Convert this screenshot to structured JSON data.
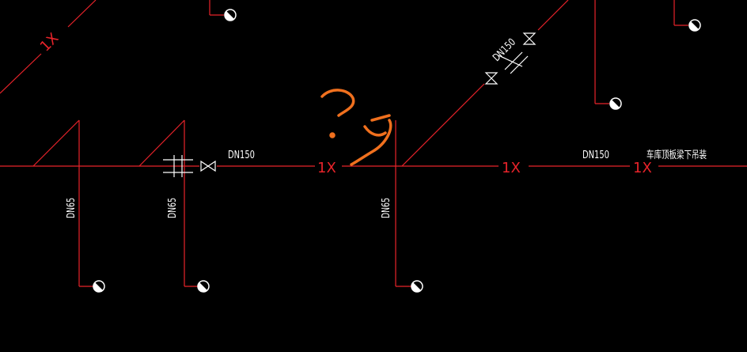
{
  "colors": {
    "background": "#000000",
    "pipe": "#e8232a",
    "label": "#ffffff",
    "annotation": "#f0701e",
    "valve": "#ffffff"
  },
  "labels": {
    "main_size_1": "DN150",
    "main_size_2": "DN150",
    "diag_size": "DN150",
    "branch_1": "DN65",
    "branch_2": "DN65",
    "branch_3": "DN65",
    "install_note": "车库顶板梁下吊装",
    "pipe_code_1": "1X",
    "pipe_code_2": "1X",
    "pipe_code_3": "1X",
    "pipe_code_4": "1X"
  },
  "annotation": {
    "handwritten": "?y"
  },
  "icons": {
    "sprinkler": "sprinkler-head-icon",
    "gate_valve": "gate-valve-icon",
    "flexible_joint": "flexible-joint-icon"
  }
}
